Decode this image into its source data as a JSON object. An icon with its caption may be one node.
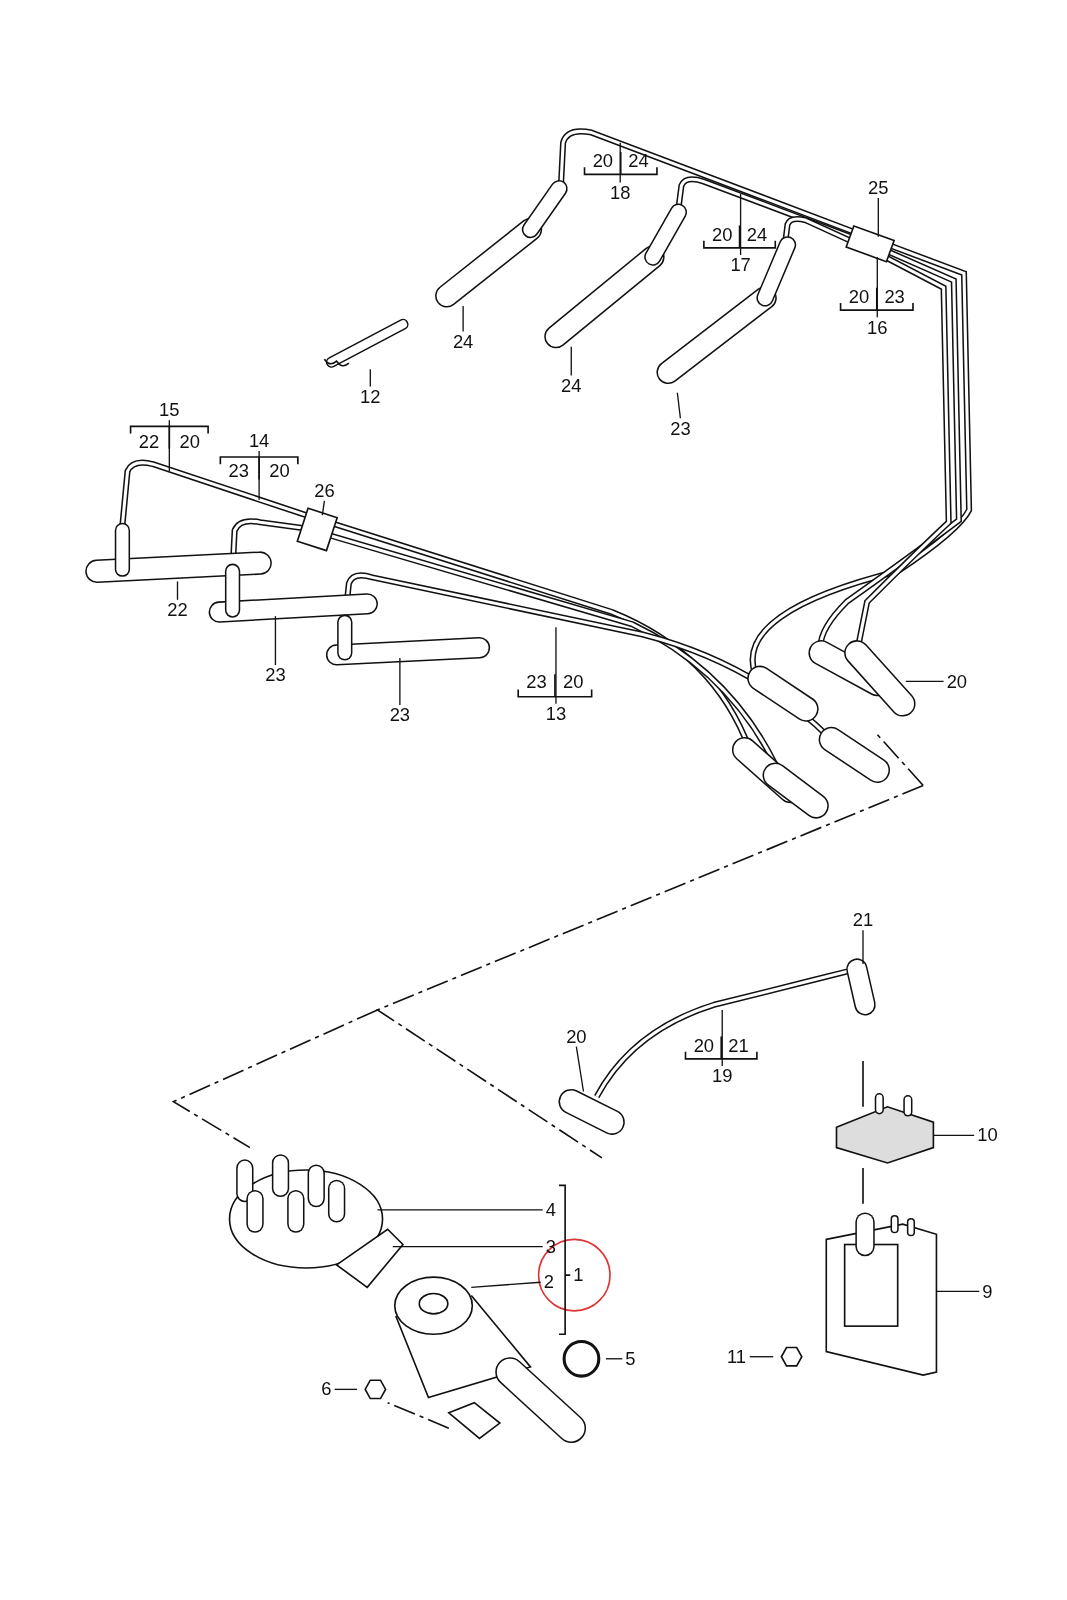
{
  "diagram": {
    "nodes": [
      {
        "text": [
          "25"
        ]
      },
      {
        "text": [
          "18"
        ],
        "beside": [
          "20",
          "24"
        ]
      },
      {
        "text": [
          "17"
        ],
        "beside": [
          "20",
          "24"
        ]
      },
      {
        "text": [
          "16"
        ],
        "beside": [
          "20",
          "23"
        ]
      },
      {
        "text": [
          "24"
        ]
      },
      {
        "text": [
          "24"
        ]
      },
      {
        "text": [
          "12"
        ]
      },
      {
        "text": [
          "15"
        ],
        "beside": [
          "22",
          "20"
        ]
      },
      {
        "text": [
          "23"
        ]
      },
      {
        "text": [
          "14"
        ],
        "beside": [
          "23",
          "20"
        ]
      },
      {
        "text": [
          "26"
        ]
      },
      {
        "text": [
          "22"
        ]
      },
      {
        "text": [
          "23"
        ]
      },
      {
        "text": [
          "20"
        ]
      },
      {
        "text": [
          "13"
        ],
        "beside": [
          "23",
          "20"
        ]
      },
      {
        "text": [
          "23"
        ]
      },
      {
        "text": [
          "21"
        ]
      },
      {
        "text": [
          "20"
        ]
      },
      {
        "text": [
          "19"
        ],
        "beside": [
          "20",
          "21"
        ]
      },
      {
        "text": [
          "10"
        ]
      },
      {
        "text": [
          "4"
        ]
      },
      {
        "text": [
          "3"
        ]
      },
      {
        "text": [
          "1"
        ]
      },
      {
        "text": [
          "2"
        ]
      },
      {
        "text": [
          "9"
        ]
      },
      {
        "text": [
          "11"
        ]
      },
      {
        "text": [
          "5"
        ]
      },
      {
        "text": [
          "6"
        ]
      }
    ],
    "edges": [
      {
        "from": 0,
        "to": null,
        "arrow": "none"
      },
      {
        "from": 1,
        "to": null,
        "arrow": "none"
      },
      {
        "from": 2,
        "to": null,
        "arrow": "none"
      },
      {
        "from": 3,
        "to": null,
        "arrow": "none"
      },
      {
        "from": 4,
        "to": null,
        "arrow": "none"
      },
      {
        "from": 5,
        "to": null,
        "arrow": "none"
      },
      {
        "from": 6,
        "to": null,
        "arrow": "none"
      },
      {
        "from": 7,
        "to": null,
        "arrow": "none"
      },
      {
        "from": 8,
        "to": null,
        "arrow": "none"
      },
      {
        "from": 9,
        "to": null,
        "arrow": "none"
      },
      {
        "from": 10,
        "to": null,
        "arrow": "none"
      },
      {
        "from": 11,
        "to": null,
        "arrow": "none"
      },
      {
        "from": 12,
        "to": null,
        "arrow": "none"
      },
      {
        "from": 13,
        "to": null,
        "arrow": "none"
      },
      {
        "from": 14,
        "to": null,
        "arrow": "none"
      },
      {
        "from": 15,
        "to": null,
        "arrow": "none"
      },
      {
        "from": 16,
        "to": null,
        "arrow": "none"
      },
      {
        "from": 17,
        "to": null,
        "arrow": "none"
      },
      {
        "from": 18,
        "to": null,
        "arrow": "none"
      },
      {
        "from": 19,
        "to": null,
        "arrow": "none"
      },
      {
        "from": 20,
        "to": null,
        "arrow": "none"
      },
      {
        "from": 21,
        "to": null,
        "arrow": "none"
      },
      {
        "from": 23,
        "to": null,
        "arrow": "none"
      },
      {
        "from": 24,
        "to": null,
        "arrow": "none"
      },
      {
        "from": 25,
        "to": null,
        "arrow": "none"
      },
      {
        "from": 26,
        "to": null,
        "arrow": "none"
      },
      {
        "from": 27,
        "to": null,
        "arrow": "none"
      }
    ]
  }
}
